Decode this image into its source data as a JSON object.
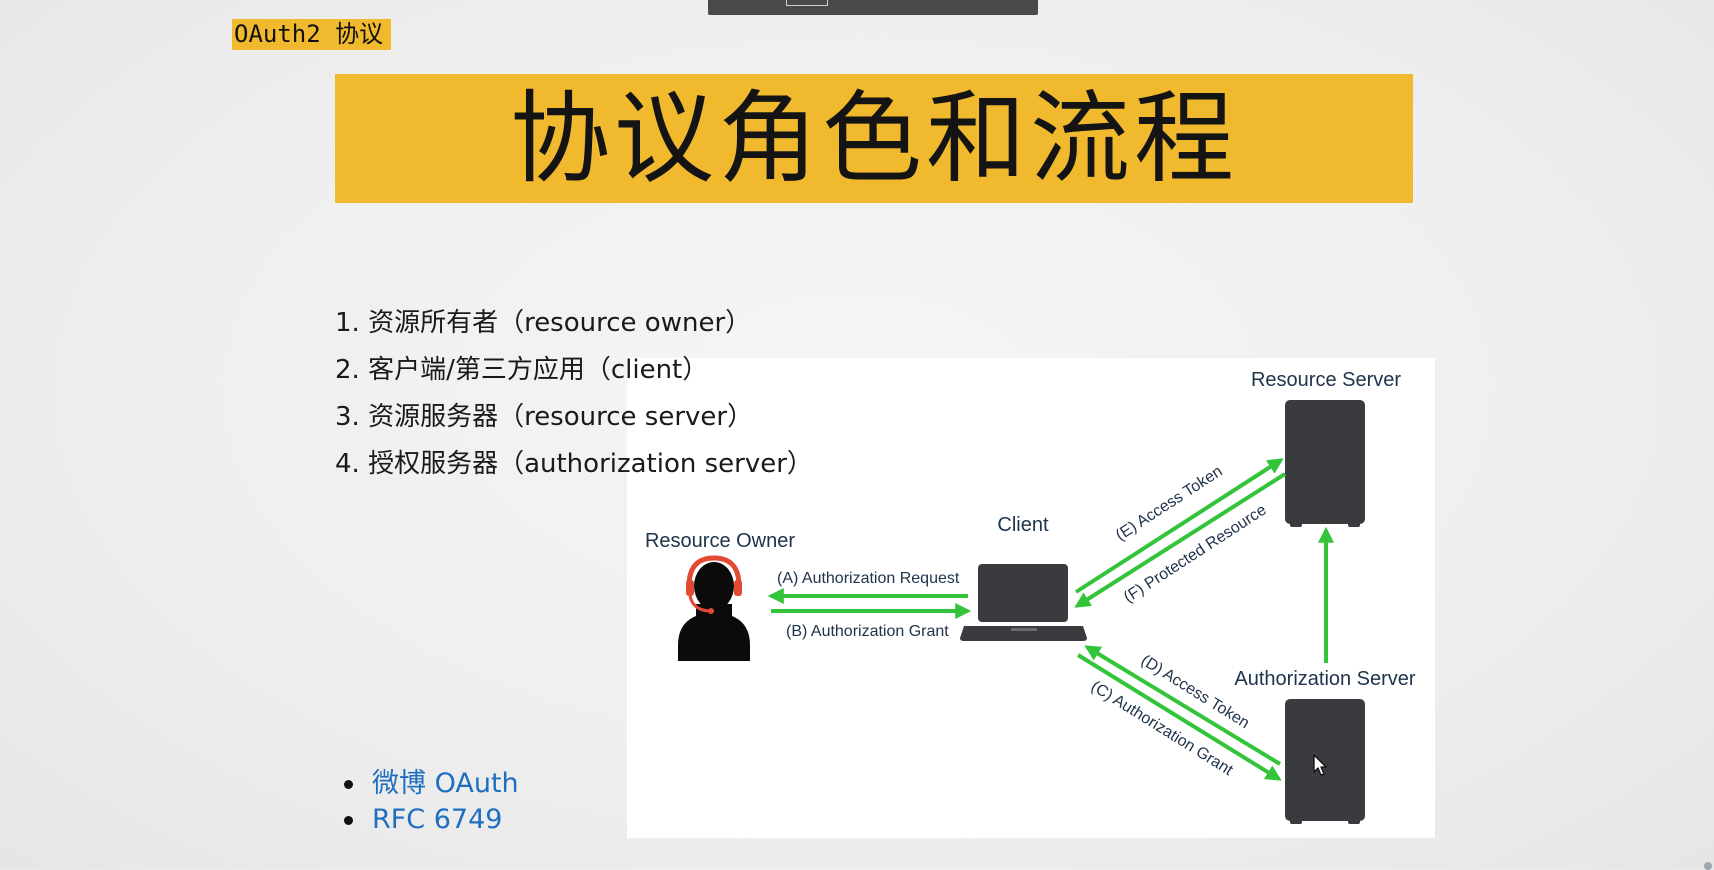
{
  "slide": {
    "tag": "OAuth2 协议",
    "title": "协议角色和流程",
    "roles": [
      "1. 资源所有者（resource owner）",
      "2. 客户端/第三方应用（client）",
      "3. 资源服务器（resource server）",
      "4. 授权服务器（authorization server）"
    ],
    "links": [
      "微博 OAuth",
      "RFC 6749"
    ]
  },
  "diagram": {
    "nodes": {
      "resource_owner": "Resource Owner",
      "client": "Client",
      "resource_server": "Resource Server",
      "authorization_server": "Authorization Server"
    },
    "edges": {
      "a": "(A) Authorization Request",
      "b": "(B) Authorization Grant",
      "c": "(C) Authorization Grant",
      "d": "(D) Access Token",
      "e": "(E) Access Token",
      "f": "(F) Protected Resource"
    },
    "colors": {
      "arrow": "#33c43a",
      "node_label": "#20344d",
      "device": "#3a3b3e",
      "headset": "#e24a33"
    }
  },
  "theme": {
    "accent": "#f0b92e",
    "link": "#1f6fc0"
  }
}
